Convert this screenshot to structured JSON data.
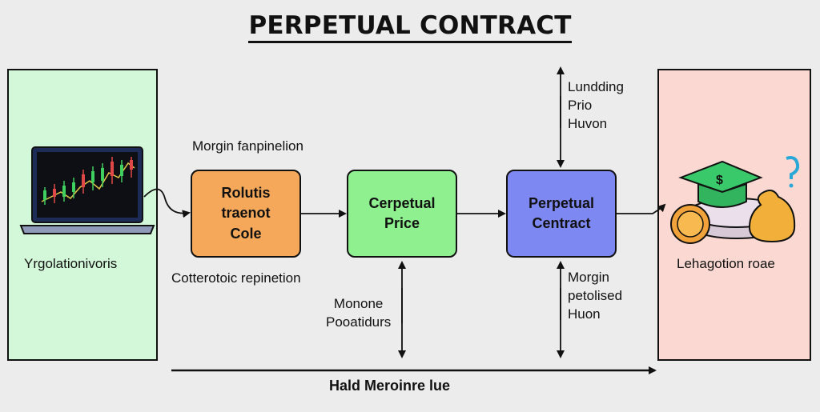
{
  "title": "PERPETUAL CONTRACT",
  "left_panel": {
    "label": "Yrgolationivoris"
  },
  "right_panel": {
    "label": "Lehagotion roae"
  },
  "nodes": [
    {
      "label": "Rolutis\ntraenot\nCole"
    },
    {
      "label": "Cerpetual\nPrice"
    },
    {
      "label": "Perpetual\nCentract"
    }
  ],
  "labels": {
    "above_node1": "Morgin fanpinelion",
    "below_node1": "Cotterotoic repinetion",
    "below_node2": "Monone\nPooatidurs",
    "above_node3": "Lundding\nPrio\nHuvon",
    "below_node3": "Morgin\npetolised\nHuon"
  },
  "bottom_label": "Hald Meroinre lue",
  "colors": {
    "left_panel": "#d3f8d9",
    "right_panel": "#fbd9d2",
    "node1": "#f6a85a",
    "node2": "#8ff08f",
    "node3": "#7e88f3"
  },
  "icons": {
    "left": "laptop-chart-icon",
    "right": "money-bag-icon"
  }
}
